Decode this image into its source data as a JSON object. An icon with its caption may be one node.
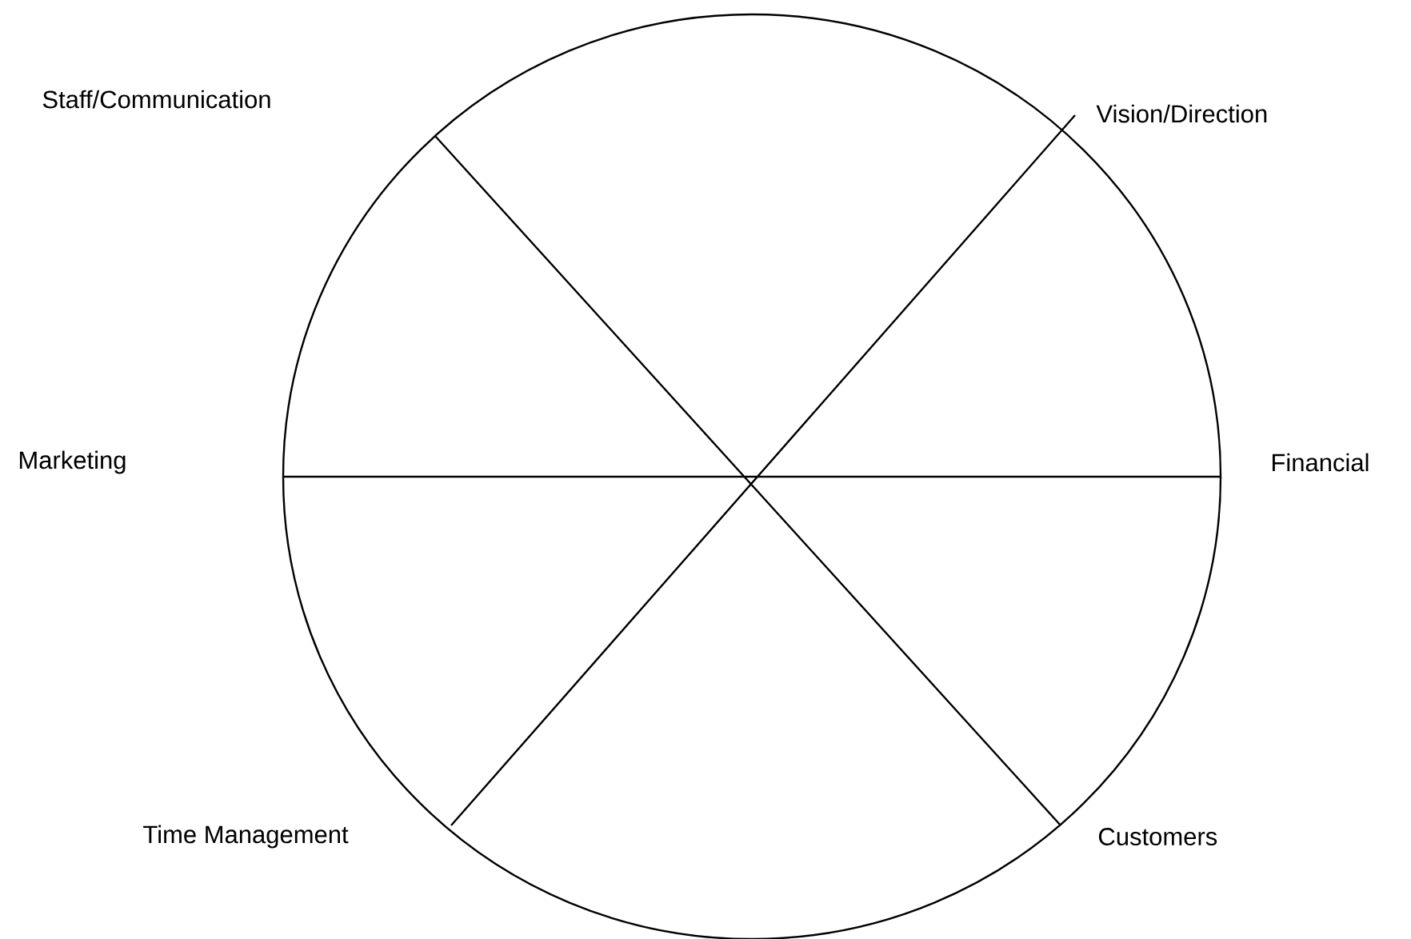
{
  "diagram": {
    "labels": [
      "Staff/Communication",
      "Vision/Direction",
      "Marketing",
      "Financial",
      "Time Management",
      "Customers"
    ]
  }
}
